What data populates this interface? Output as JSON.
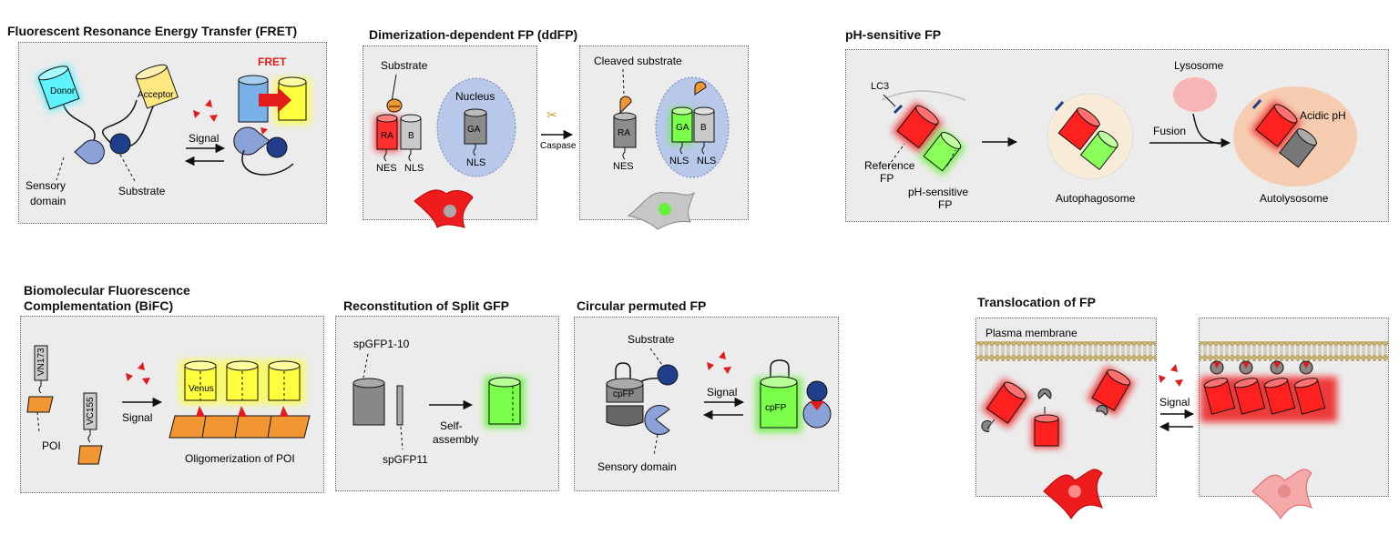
{
  "titles": {
    "fret": "Fluorescent Resonance Energy Transfer (FRET)",
    "ddfp": "Dimerization-dependent FP (ddFP)",
    "ph": "pH-sensitive FP",
    "bifc_1": "Biomolecular Fluorescence",
    "bifc_2": "Complementation (BiFC)",
    "split": "Reconstitution of Split GFP",
    "cpfp": "Circular permuted FP",
    "transloc": "Translocation of FP"
  },
  "fret": {
    "donor": "Donor",
    "acceptor": "Acceptor",
    "signal": "Signal",
    "sensory_1": "Sensory",
    "sensory_2": "domain",
    "substrate": "Substrate",
    "fret": "FRET"
  },
  "ddfp": {
    "substrate": "Substrate",
    "ra": "RA",
    "b": "B",
    "ga": "GA",
    "nucleus": "Nucleus",
    "nes": "NES",
    "nls": "NLS",
    "caspase": "Caspase",
    "cleaved": "Cleaved substrate"
  },
  "ph": {
    "lc3": "LC3",
    "ref_1": "Reference",
    "ref_2": "FP",
    "phs_1": "pH-sensitive",
    "phs_2": "FP",
    "autophagosome": "Autophagosome",
    "lysosome": "Lysosome",
    "fusion": "Fusion",
    "acidic": "Acidic pH",
    "autolysosome": "Autolysosome"
  },
  "bifc": {
    "vn": "VN173",
    "vc": "VC155",
    "poi": "POI",
    "signal": "Signal",
    "venus": "Venus",
    "olig": "Oligomerization of POI"
  },
  "split": {
    "sp1": "spGFP1-10",
    "sp11": "spGFP11",
    "self_1": "Self-",
    "self_2": "assembly"
  },
  "cpfp": {
    "substrate": "Substrate",
    "cpfp": "cpFP",
    "signal": "Signal",
    "sensory": "Sensory domain"
  },
  "transloc": {
    "membrane": "Plasma membrane",
    "signal": "Signal"
  },
  "colors": {
    "red": "#ee1c1c",
    "green": "#66f23a",
    "yellow": "#ffff1a",
    "cyan": "#33f0ff",
    "navy": "#1f3f8a",
    "periwinkle": "#8aa2d8",
    "orange": "#f29633",
    "grey": "#8c8c8c",
    "membrane": "#cbb56a"
  }
}
